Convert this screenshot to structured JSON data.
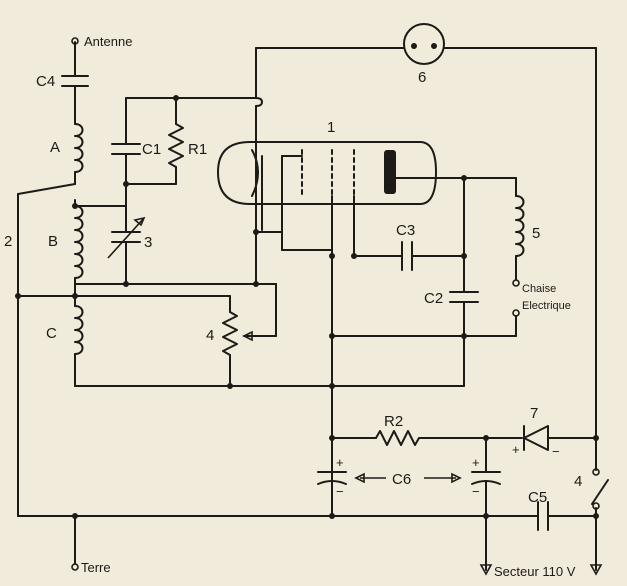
{
  "labels": {
    "antenne": "Antenne",
    "terre": "Terre",
    "secteur": "Secteur 110 V",
    "chaise": "Chaise",
    "electrique": "Electrique",
    "c1": "C1",
    "c2": "C2",
    "c3": "C3",
    "c4": "C4",
    "c5": "C5",
    "c6": "C6",
    "r1": "R1",
    "r2": "R2",
    "coil_a": "A",
    "coil_b": "B",
    "coil_c": "C",
    "n1": "1",
    "n2": "2",
    "n3": "3",
    "n4_pot": "4",
    "n4_switch": "4",
    "n5": "5",
    "n6": "6",
    "n7": "7",
    "plus_left": "+",
    "minus_left": "−",
    "plus_right": "+",
    "minus_right": "−",
    "plus_diode": "+",
    "minus_diode": "−"
  }
}
